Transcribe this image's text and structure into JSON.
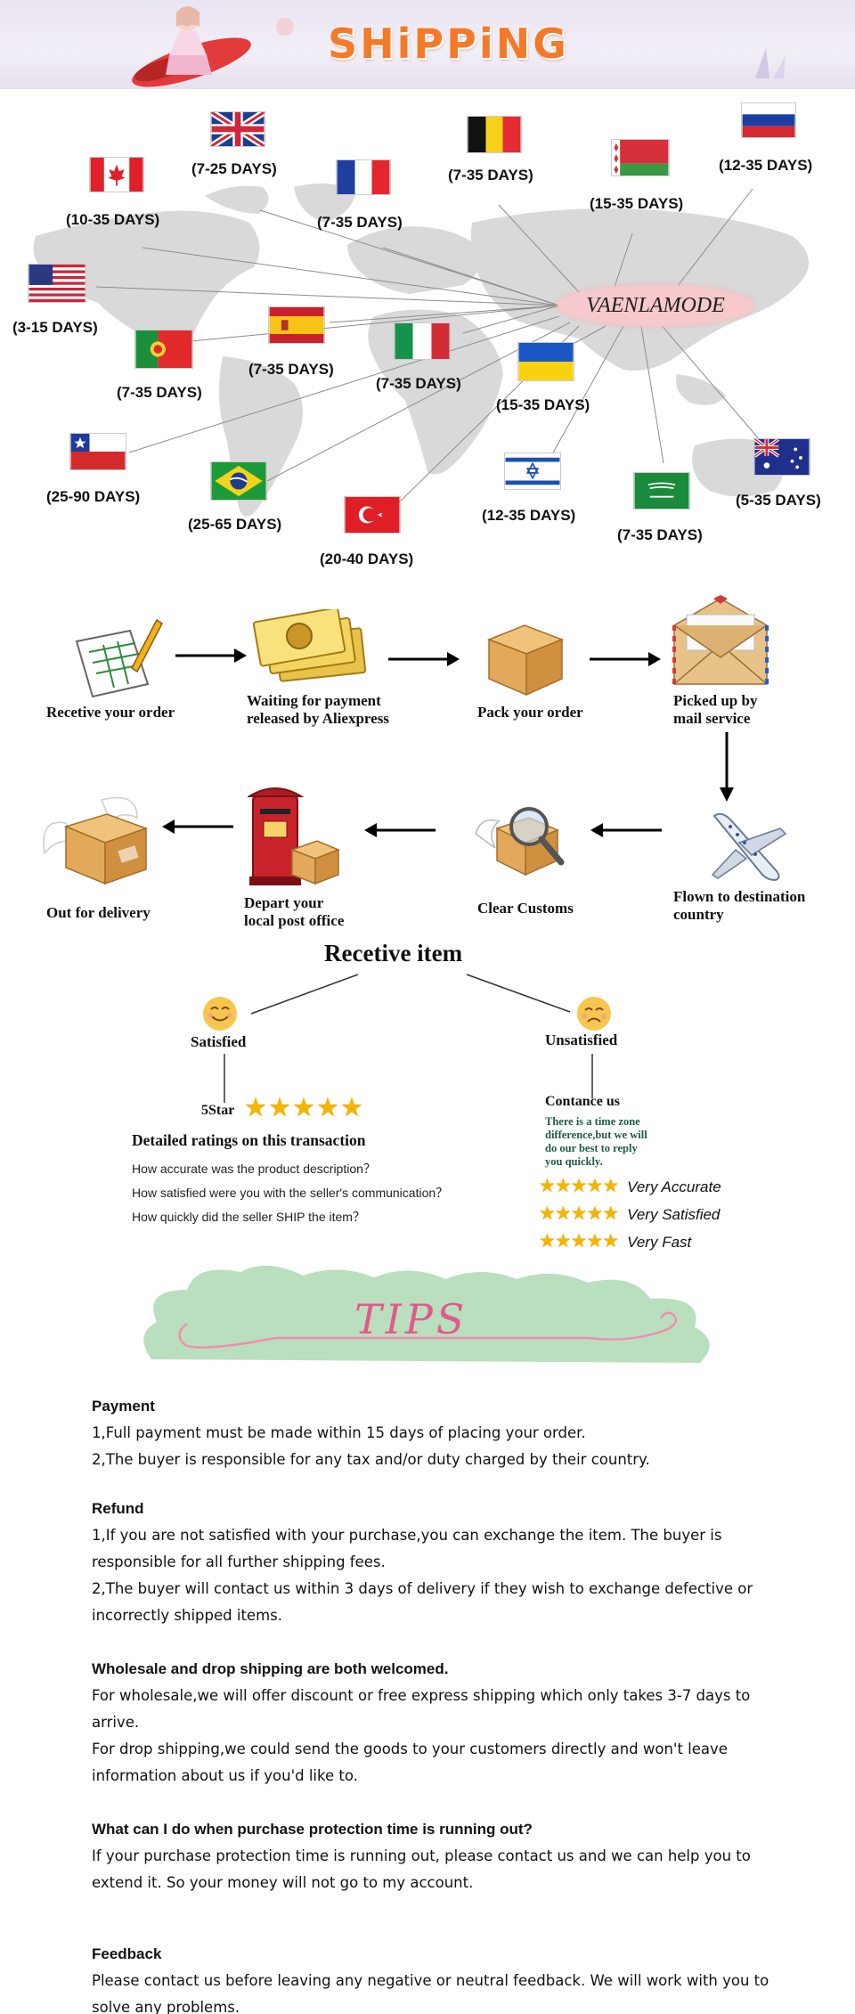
{
  "banner": {
    "title": "SHiPPiNG"
  },
  "map": {
    "hub": "VAENLAMODE",
    "countries": [
      {
        "id": "uk",
        "days": "(7-25 DAYS)"
      },
      {
        "id": "canada",
        "days": "(10-35 DAYS)"
      },
      {
        "id": "france",
        "days": "(7-35 DAYS)"
      },
      {
        "id": "belgium",
        "days": "(7-35 DAYS)"
      },
      {
        "id": "belarus",
        "days": "(15-35 DAYS)"
      },
      {
        "id": "russia",
        "days": "(12-35 DAYS)"
      },
      {
        "id": "usa",
        "days": "(3-15 DAYS)"
      },
      {
        "id": "portugal",
        "days": "(7-35 DAYS)"
      },
      {
        "id": "spain",
        "days": "(7-35 DAYS)"
      },
      {
        "id": "italy",
        "days": "(7-35 DAYS)"
      },
      {
        "id": "ukraine",
        "days": "(15-35 DAYS)"
      },
      {
        "id": "chile",
        "days": "(25-90 DAYS)"
      },
      {
        "id": "brazil",
        "days": "(25-65 DAYS)"
      },
      {
        "id": "turkey",
        "days": "(20-40 DAYS)"
      },
      {
        "id": "israel",
        "days": "(12-35 DAYS)"
      },
      {
        "id": "saudi",
        "days": "(7-35 DAYS)"
      },
      {
        "id": "australia",
        "days": "(5-35 DAYS)"
      }
    ]
  },
  "process": {
    "steps": [
      "Recetive your order",
      "Waiting for payment",
      "released by Aliexpress",
      "Pack your order",
      "Picked up by",
      "mail service",
      "Flown to destination",
      "country",
      "Clear Customs",
      "Depart your",
      "local post office",
      "Out for delivery"
    ]
  },
  "ratings": {
    "title": "Recetive item",
    "satisfied": "Satisfied",
    "unsatisfied": "Unsatisfied",
    "five_star_label": "5Star",
    "stars": "★★★★★",
    "detailed_title": "Detailed ratings on this transaction",
    "questions": [
      "How accurate was the product description？",
      "How satisfied were you with the seller's communication？",
      "How quickly did the seller SHIP the item？"
    ],
    "contact_title": "Contance us",
    "contact_note": [
      "There is a time zone",
      "difference,but we will",
      "do  our best to reply",
      "you quickly."
    ],
    "rows": [
      {
        "stars": "★★★★★",
        "text": "Very Accurate"
      },
      {
        "stars": "★★★★★",
        "text": "Very Satisfied"
      },
      {
        "stars": "★★★★★",
        "text": "Very Fast"
      }
    ]
  },
  "tips": {
    "title": "TIPS",
    "sections": [
      {
        "heading": "Payment",
        "lines": [
          "1,Full payment must be made within 15 days of placing your order.",
          "2,The buyer is responsible for any tax and/or duty charged by their country."
        ]
      },
      {
        "heading": "Refund",
        "lines": [
          "1,If you are not satisfied with your purchase,you can exchange the item. The buyer is responsible for all further shipping fees.",
          "2,The buyer will contact us within 3 days of delivery if they wish to exchange defective or incorrectly shipped items."
        ]
      },
      {
        "heading": "Wholesale and drop shipping are both welcomed.",
        "lines": [
          "For wholesale,we will offer discount or free express shipping which only takes 3-7 days to arrive.",
          "For drop shipping,we could send the goods to your customers directly and won't leave information about us if you'd like to."
        ]
      },
      {
        "heading": "What can I do when purchase protection time is running out?",
        "lines": [
          "If your purchase protection time is running out, please contact us and we can help you to extend it. So your money will not go to my account."
        ]
      },
      {
        "heading": "Feedback",
        "lines": [
          "Please contact us before leaving any negative or neutral feedback. We will work with you to solve any problems."
        ]
      }
    ]
  }
}
